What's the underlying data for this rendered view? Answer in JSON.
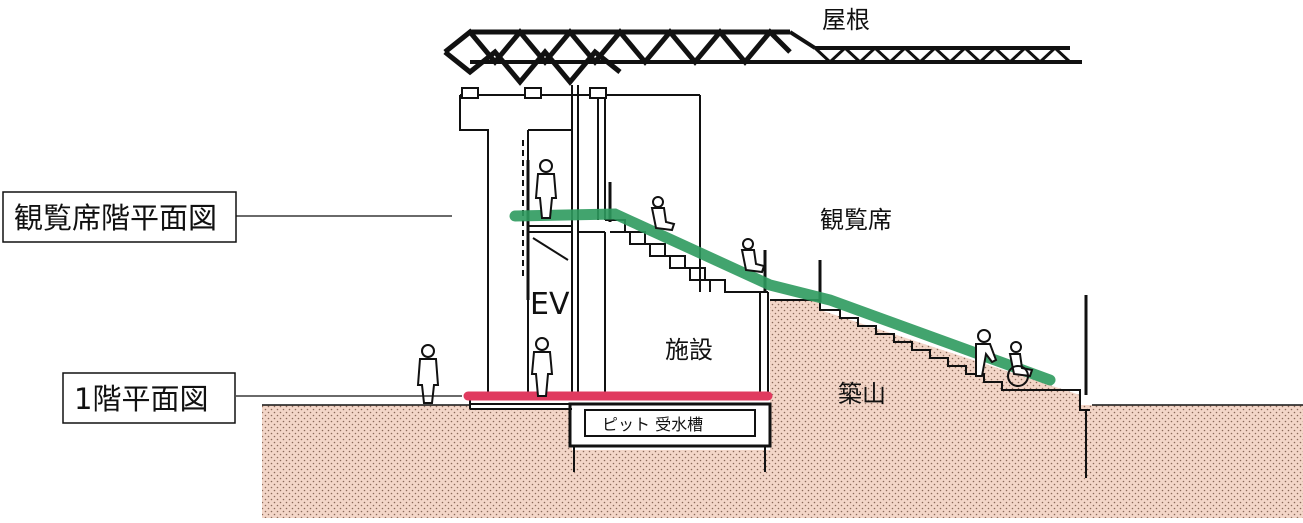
{
  "labels": {
    "roof": "屋根",
    "seating_floor_plan": "観覧席階平面図",
    "first_floor_plan": "1階平面図",
    "seating": "観覧席",
    "ev": "EV",
    "facility": "施設",
    "pit": "ピット 受水槽",
    "mound": "築山"
  },
  "colors": {
    "ground_fill": "#f3d6c8",
    "ground_dots": "#8a6a5a",
    "seating_level_line": "#2e9a5e",
    "first_floor_line": "#e03a5f",
    "structure": "#111111"
  }
}
